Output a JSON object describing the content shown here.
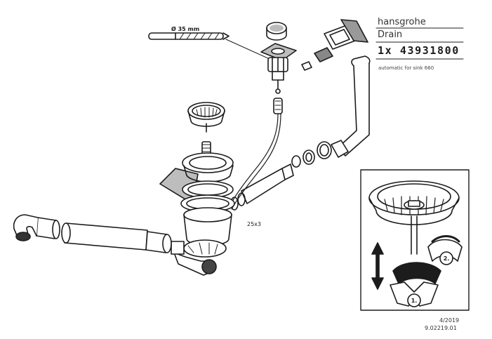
{
  "header": {
    "brand": "hansgrohe",
    "product": "Drain",
    "article": "1x 43931800",
    "note": "automatic for sink 660"
  },
  "dimensions": {
    "hole_diameter": "Ø 35 mm",
    "hose_size": "25x3"
  },
  "inset": {
    "step_1": "1.",
    "step_2": "2."
  },
  "footer": {
    "date": "4/2019",
    "doc_number": "9.02219.01"
  }
}
